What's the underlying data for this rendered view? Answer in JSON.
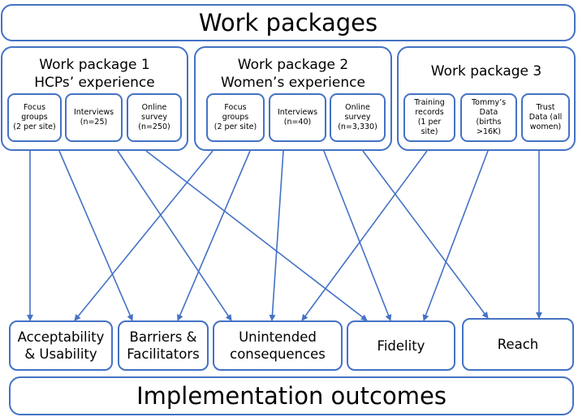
{
  "header": {
    "title": "Work packages"
  },
  "footer": {
    "title": "Implementation outcomes"
  },
  "packages": [
    {
      "title_line1": "Work package 1",
      "title_line2": "HCPs’ experience",
      "methods": [
        {
          "line1": "Focus",
          "line2": "groups",
          "line3": "(2 per site)"
        },
        {
          "line1": "Interviews",
          "line2": "(n=25)"
        },
        {
          "line1": "Online",
          "line2": "survey",
          "line3": "(n=250)"
        }
      ]
    },
    {
      "title_line1": "Work package 2",
      "title_line2": "Women’s experience",
      "methods": [
        {
          "line1": "Focus",
          "line2": "groups",
          "line3": "(2 per site)"
        },
        {
          "line1": "Interviews",
          "line2": "(n=40)"
        },
        {
          "line1": "Online",
          "line2": "survey",
          "line3": "(n=3,330)"
        }
      ]
    },
    {
      "title_line1": "Work package 3",
      "methods": [
        {
          "line1": "Training",
          "line2": "records",
          "line3": "(1 per",
          "line4": "site)"
        },
        {
          "line1": "Tommy’s",
          "line2": "Data",
          "line3": "(births",
          "line4": ">16K)"
        },
        {
          "line1": "Trust",
          "line2": "Data (all",
          "line3": "women)"
        }
      ]
    }
  ],
  "outcomes": [
    {
      "line1": "Acceptability",
      "line2": "& Usability"
    },
    {
      "line1": "Barriers &",
      "line2": "Facilitators"
    },
    {
      "line1": "Unintended",
      "line2": "consequences"
    },
    {
      "line1": "Fidelity"
    },
    {
      "line1": "Reach"
    }
  ],
  "colors": {
    "border": "#4472C4",
    "arrow": "#4472C4",
    "text": "#000000"
  }
}
